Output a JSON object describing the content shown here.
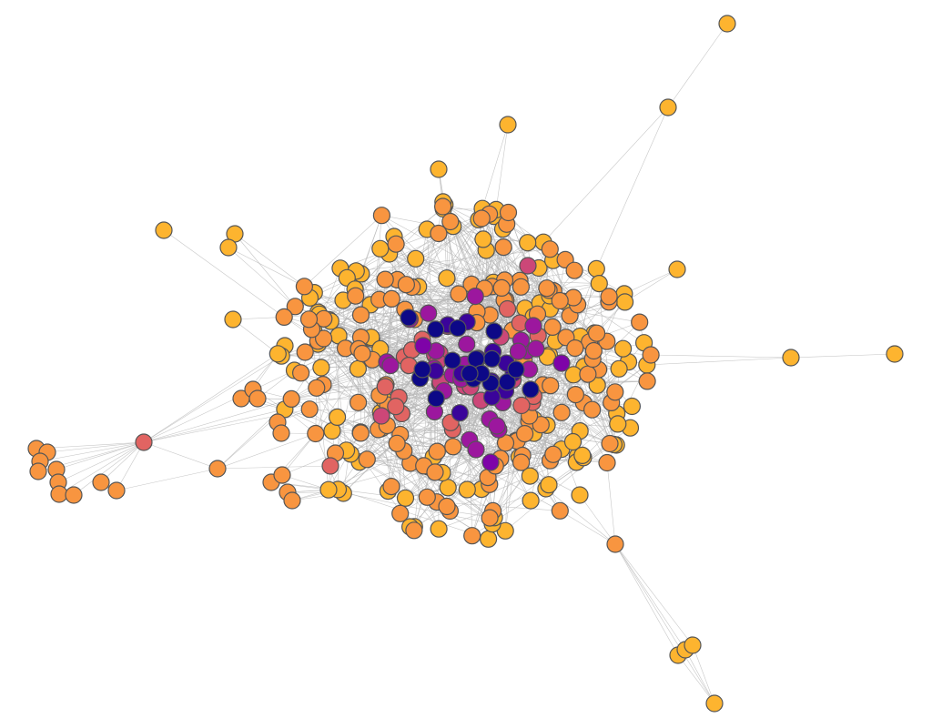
{
  "graph": {
    "type": "network",
    "title": "",
    "node_stroke": "#555555",
    "edge_color": "#b4b4b4",
    "background": "#ffffff",
    "color_scale": {
      "name": "plasma",
      "levels": [
        "#fdb42f",
        "#f89540",
        "#e16462",
        "#cc4778",
        "#9c179e",
        "#7e03a8",
        "#3a049a",
        "#0d0887"
      ]
    },
    "node_count_estimate": 400,
    "layout": "force-directed"
  }
}
